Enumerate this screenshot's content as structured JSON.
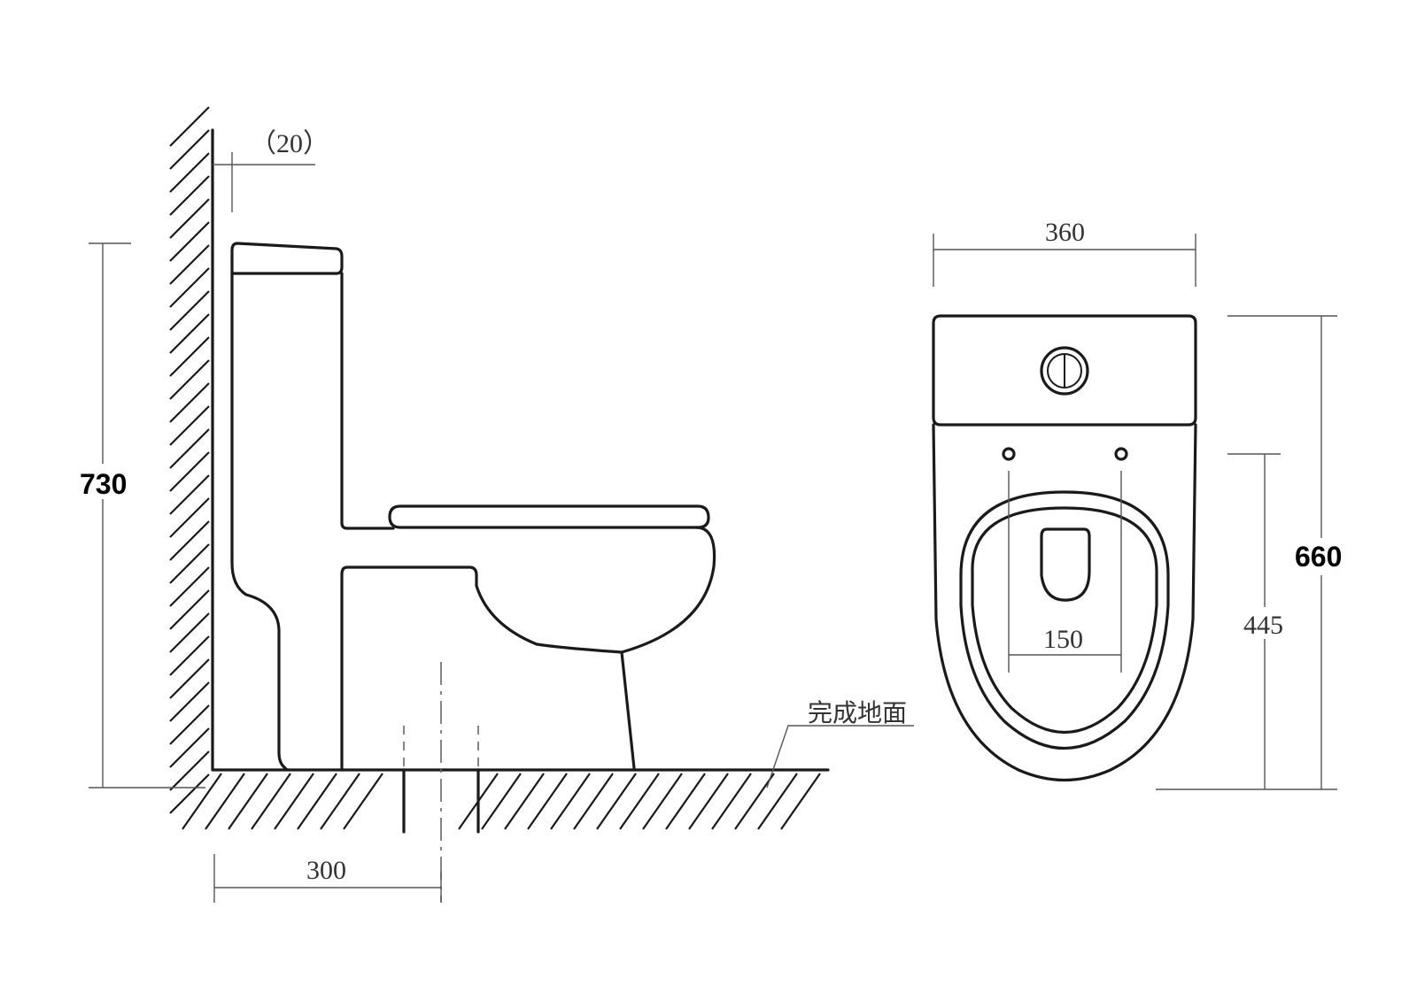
{
  "labels": {
    "gap_top": "（20）",
    "height_total": "730",
    "rough_in": "300",
    "floor_label": "完成地面",
    "width": "360",
    "length": "660",
    "seat_depth": "445",
    "outlet_width": "150"
  },
  "colors": {
    "line": "#1a1a1a",
    "dimension": "#555555",
    "background": "#ffffff"
  }
}
